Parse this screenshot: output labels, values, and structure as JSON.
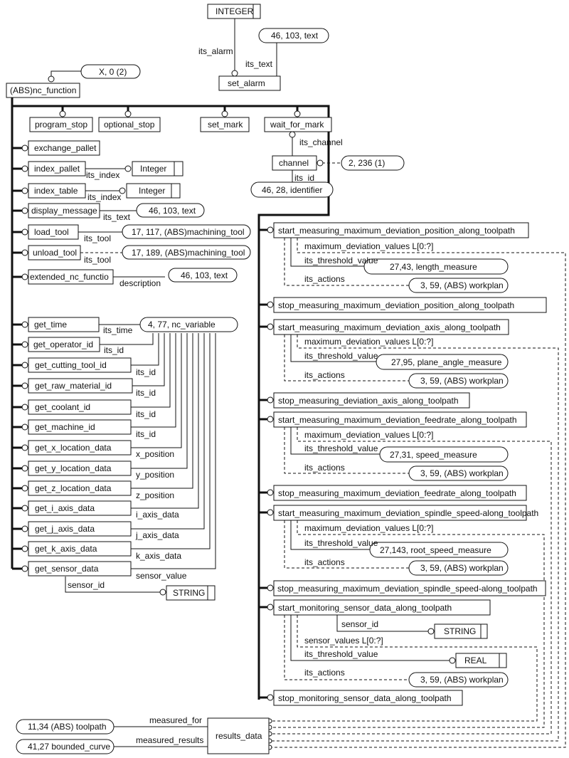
{
  "entities": {
    "integer_top": "INTEGER",
    "set_alarm": "set_alarm",
    "nc_function": "(ABS)nc_function",
    "program_stop": "program_stop",
    "optional_stop": "optional_stop",
    "set_mark": "set_mark",
    "wait_for_mark": "wait_for_mark",
    "channel": "channel",
    "exchange_pallet": "exchange_pallet",
    "index_pallet": "index_pallet",
    "integer_a": "Integer",
    "index_table": "index_table",
    "integer_b": "Integer",
    "display_message": "display_message",
    "load_tool": "load_tool",
    "unload_tool": "unload_tool",
    "extended_nc_function": "extended_nc_functio",
    "get_time": "get_time",
    "get_operator_id": "get_operator_id",
    "get_cutting_tool_id": "get_cutting_tool_id",
    "get_raw_material_id": "get_raw_material_id",
    "get_coolant_id": "get_coolant_id",
    "get_machine_id": "get_machine_id",
    "get_x_location_data": "get_x_location_data",
    "get_y_location_data": "get_y_location_data",
    "get_z_location_data": "get_z_location_data",
    "get_i_axis_data": "get_i_axis_data",
    "get_j_axis_data": "get_j_axis_data",
    "get_k_axis_data": "get_k_axis_data",
    "get_sensor_data": "get_sensor_data",
    "string_left": "STRING",
    "start_pos": "start_measuring_maximum_deviation_position_along_toolpath",
    "stop_pos": "stop_measuring_maximum_deviation_position_along_toolpath",
    "start_axis": "start_measuring_maximum_deviation_axis_along_toolpath",
    "stop_axis": "stop_measuring_deviation_axis_along_toolpath",
    "start_feed": "start_measuring_maximum_deviation_feedrate_along_toolpath",
    "stop_feed": "stop_measuring_maximum_deviation_feedrate_along_toolpath",
    "start_spindle": "start_measuring_maximum_deviation_spindle_speed-along_toolpath",
    "stop_spindle": "stop_measuring_maximum_deviation_spindle_speed-along_toolpath",
    "start_sensor": "start_monitoring_sensor_data_along_toolpath",
    "string_right": "STRING",
    "real": "REAL",
    "stop_sensor": "stop_monitoring_sensor_data_along_toolpath",
    "results_data": "results_data"
  },
  "references": {
    "x02": "X, 0 (2)",
    "text_alarm": "46, 103, text",
    "channel_ref": "2, 236 (1)",
    "identifier": "46, 28, identifier",
    "text_display": "46, 103, text",
    "mt_load": "17, 117, (ABS)machining_tool",
    "mt_unload": "17, 189, (ABS)machining_tool",
    "text_ext": "46, 103, text",
    "nc_variable": "4, 77, nc_variable",
    "length_measure": "27,43, length_measure",
    "workplan_1": "3, 59, (ABS) workplan",
    "plane_angle": "27,95, plane_angle_measure",
    "workplan_2": "3, 59, (ABS) workplan",
    "speed_measure": "27,31, speed_measure",
    "workplan_3": "3, 59, (ABS) workplan",
    "root_speed": "27,143, root_speed_measure",
    "workplan_4": "3, 59, (ABS) workplan",
    "workplan_5": "3, 59, (ABS) workplan",
    "toolpath": "11,34 (ABS) toolpath",
    "bounded_curve": "41,27 bounded_curve"
  },
  "relations": {
    "its_alarm": "its_alarm",
    "its_text_alarm": "its_text",
    "its_channel": "its_channel",
    "its_id_channel": "its_id",
    "its_index_a": "its_index",
    "its_index_b": "its_index",
    "its_text_display": "its_text",
    "its_tool_load": "its_tool",
    "its_tool_unload": "its_tool",
    "description": "description",
    "its_time": "its_time",
    "its_id_operator": "its_id",
    "its_id_cutting": "its_id",
    "its_id_raw": "its_id",
    "its_id_coolant": "its_id",
    "its_id_machine": "its_id",
    "x_position": "x_position",
    "y_position": "y_position",
    "z_position": "z_position",
    "i_axis_data": "i_axis_data",
    "j_axis_data": "j_axis_data",
    "k_axis_data": "k_axis_data",
    "sensor_value": "sensor_value",
    "sensor_id_left": "sensor_id",
    "mdv_1": "maximum_deviation_values L[0:?]",
    "thr_1": "its_threshold_value",
    "act_1": "its_actions",
    "mdv_2": "maximum_deviation_values L[0:?]",
    "thr_2": "its_threshold_value",
    "act_2": "its_actions",
    "mdv_3": "maximum_deviation_values L[0:?]",
    "thr_3": "its_threshold_value",
    "act_3": "its_actions",
    "mdv_4": "maximum_deviation_values L[0:?]",
    "thr_4": "its_threshold_value",
    "act_4": "its_actions",
    "sensor_id_right": "sensor_id",
    "sensor_values": "sensor_values L[0:?]",
    "thr_5": "its_threshold_value",
    "act_5": "its_actions",
    "measured_for": "measured_for",
    "measured_results": "measured_results"
  }
}
